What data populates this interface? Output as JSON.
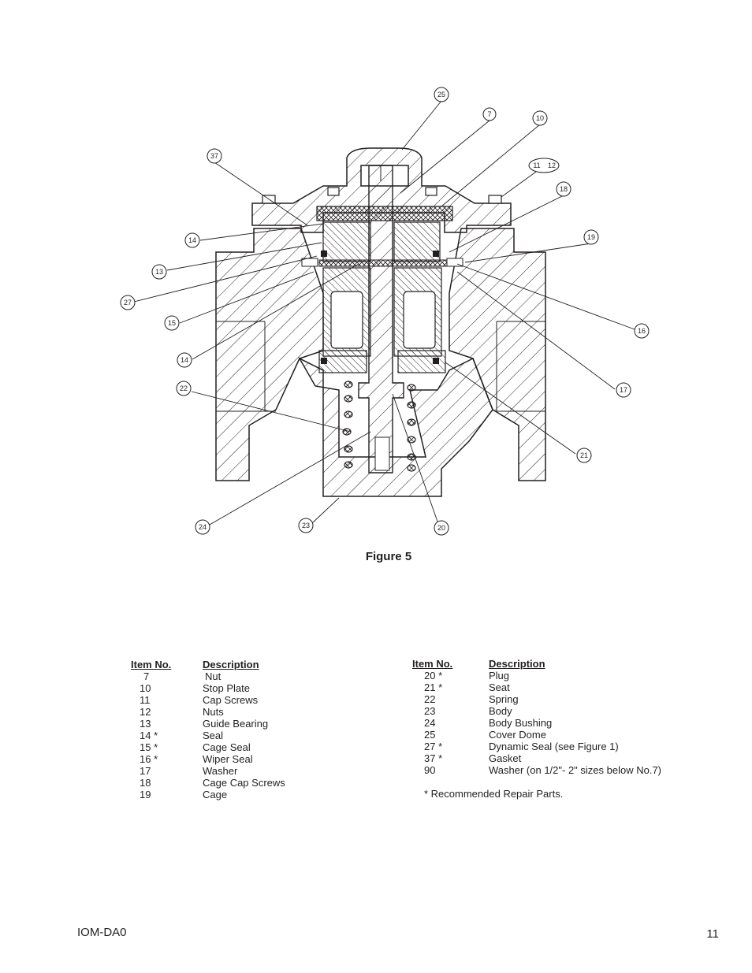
{
  "figure": {
    "caption": "Figure 5",
    "callouts": [
      "25",
      "7",
      "10",
      "37",
      "11",
      "12",
      "18",
      "19",
      "14",
      "13",
      "27",
      "15",
      "16",
      "14",
      "17",
      "22",
      "21",
      "24",
      "23",
      "20"
    ]
  },
  "parts_left": {
    "header_item": "Item No.",
    "header_desc": "Description",
    "rows": [
      {
        "no": "7",
        "desc": "Nut"
      },
      {
        "no": "10",
        "desc": "Stop Plate"
      },
      {
        "no": "11",
        "desc": "Cap Screws"
      },
      {
        "no": "12",
        "desc": "Nuts"
      },
      {
        "no": "13",
        "desc": "Guide Bearing"
      },
      {
        "no": "14 *",
        "desc": "Seal"
      },
      {
        "no": "15 *",
        "desc": "Cage Seal"
      },
      {
        "no": "16 *",
        "desc": "Wiper Seal"
      },
      {
        "no": "17",
        "desc": "Washer"
      },
      {
        "no": "18",
        "desc": "Cage Cap Screws"
      },
      {
        "no": "19",
        "desc": "Cage"
      }
    ]
  },
  "parts_right": {
    "header_item": "Item No.",
    "header_desc": "Description",
    "rows": [
      {
        "no": "20 *",
        "desc": "Plug"
      },
      {
        "no": "21 *",
        "desc": "Seat"
      },
      {
        "no": "22",
        "desc": "Spring"
      },
      {
        "no": "23",
        "desc": "Body"
      },
      {
        "no": "24",
        "desc": "Body Bushing"
      },
      {
        "no": "25",
        "desc": "Cover Dome"
      },
      {
        "no": "27 *",
        "desc": "Dynamic Seal (see Figure 1)"
      },
      {
        "no": "37 *",
        "desc": "Gasket"
      },
      {
        "no": "90",
        "desc": "Washer (on 1/2\"- 2\" sizes below No.7)"
      }
    ]
  },
  "footnote": "* Recommended Repair Parts.",
  "footer": {
    "doc_id": "IOM-DA0",
    "page_number": "11"
  }
}
